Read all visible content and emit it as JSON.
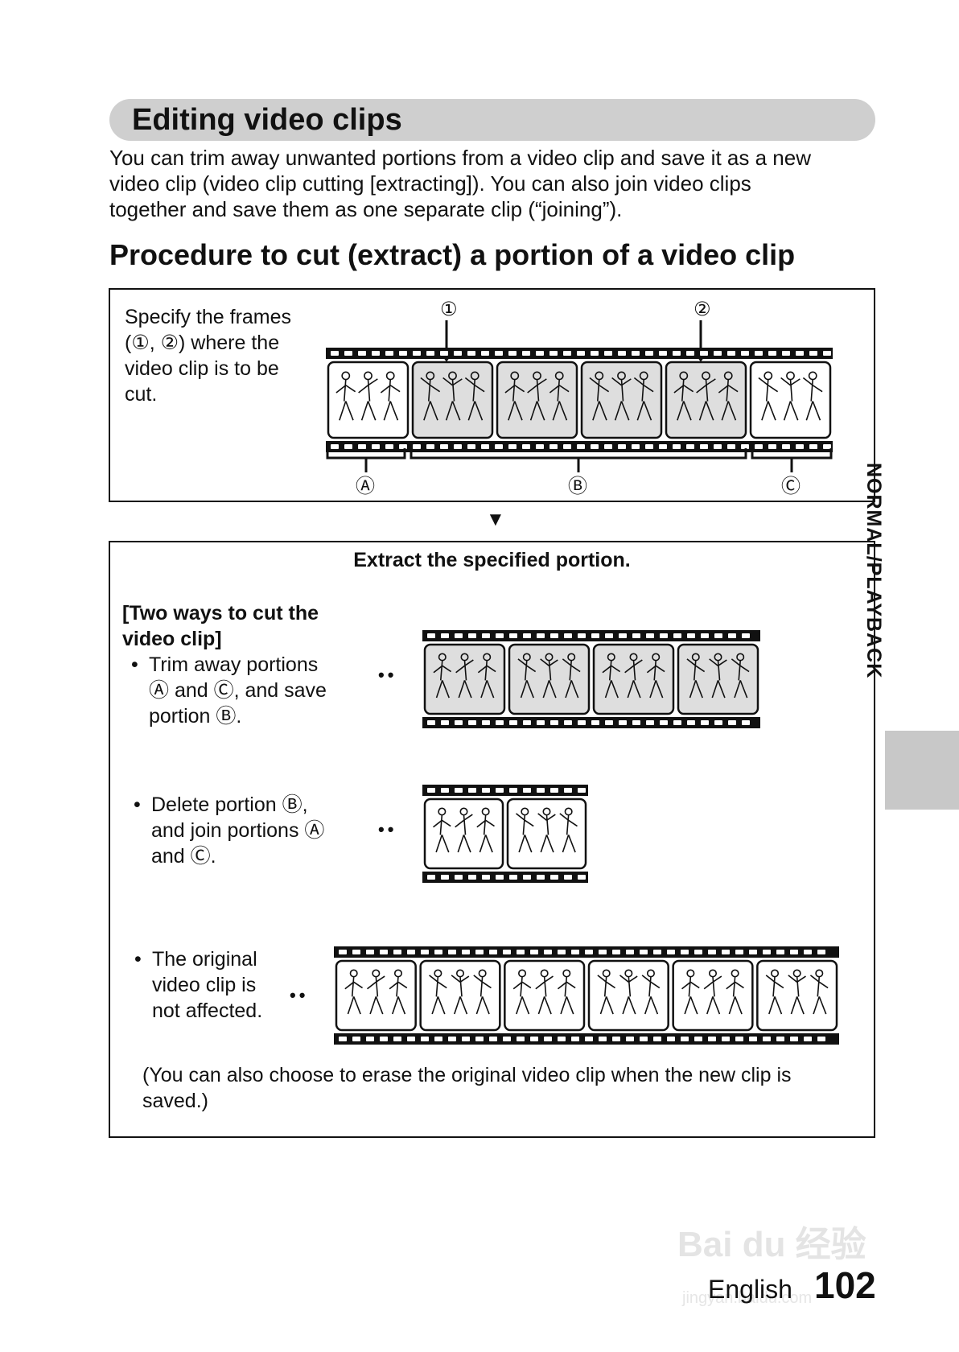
{
  "section_title": "Editing video clips",
  "intro": [
    "You can trim away unwanted portions from a video clip and save it as a new",
    "video clip (video clip cutting [extracting]). You can also join video clips",
    "together and save them as one separate clip (“joining”)."
  ],
  "procedure_heading": "Procedure to cut (extract) a portion of a video clip",
  "specify_box": {
    "lines": [
      "Specify the frames",
      "(①, ②) where the",
      "video clip is to be",
      "cut."
    ],
    "marker_1": "①",
    "marker_2": "②",
    "portion_a": "Ⓐ",
    "portion_b": "Ⓑ",
    "portion_c": "Ⓒ"
  },
  "down_arrow": "▼",
  "extract_box": {
    "title": "Extract the specified portion.",
    "ways_heading": [
      "[Two ways to cut the",
      "video clip]"
    ],
    "way1": [
      "Trim away portions",
      "Ⓐ and Ⓒ, and save",
      "portion Ⓑ."
    ],
    "way2": [
      "Delete portion Ⓑ,",
      "and join portions Ⓐ",
      "and Ⓒ."
    ],
    "way3": [
      "The original",
      "video clip is",
      "not affected."
    ],
    "dots": "••",
    "note": [
      "(You can also choose to erase the original video clip when the new clip is",
      "saved.)"
    ]
  },
  "side_tab_label": "NORMAL/PLAYBACK",
  "footer": {
    "language": "English",
    "page_number": "102"
  },
  "watermark": {
    "main": "Bai du 经验",
    "sub": "jingyan.baidu.com"
  }
}
